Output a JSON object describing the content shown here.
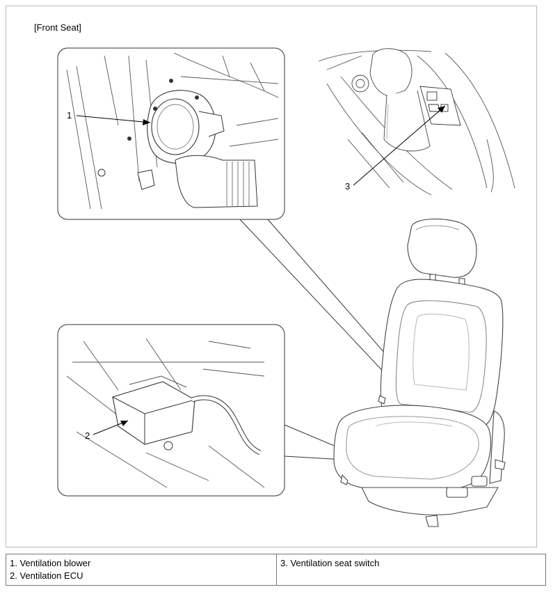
{
  "caption": "[Front Seat]",
  "callouts": [
    "1",
    "2",
    "3"
  ],
  "legend": {
    "left": [
      "1. Ventilation blower",
      "2. Ventilation ECU"
    ],
    "right": [
      "3. Ventilation seat switch"
    ]
  }
}
